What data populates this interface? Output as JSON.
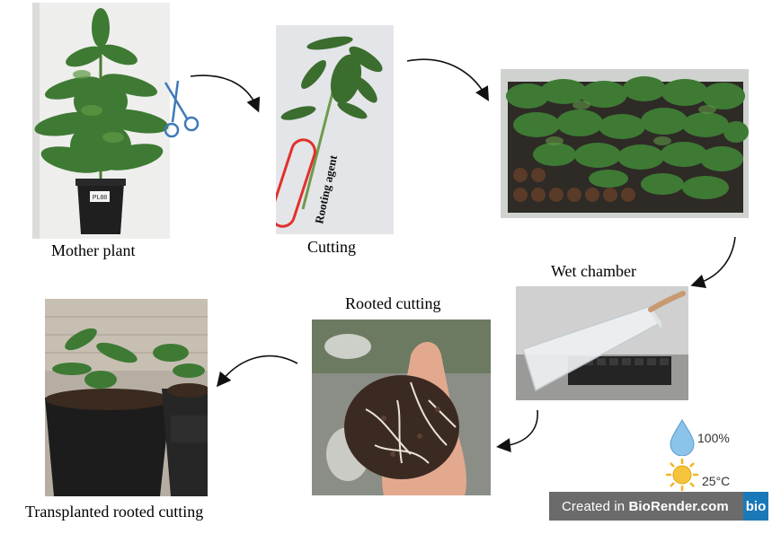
{
  "steps": {
    "mother_plant": "Mother plant",
    "cutting": "Cutting",
    "rooting_agent": "Rooting agent",
    "wet_chamber": "Wet chamber",
    "rooted_cutting": "Rooted cutting",
    "transplanted": "Transplanted rooted cutting",
    "pot_label": "PL88"
  },
  "conditions": {
    "humidity": "100%",
    "temperature": "25°C",
    "humidity_icon": "water-drop-icon",
    "temperature_icon": "sun-icon"
  },
  "badge": {
    "prefix": "Created in ",
    "brand": "BioRender.com",
    "logo": "bio"
  },
  "colors": {
    "leaf": "#3e7a34",
    "highlight_oval": "#e0312b",
    "scissors": "#3f79b8",
    "drop": "#8cc3ea",
    "sun": "#f2b420"
  }
}
